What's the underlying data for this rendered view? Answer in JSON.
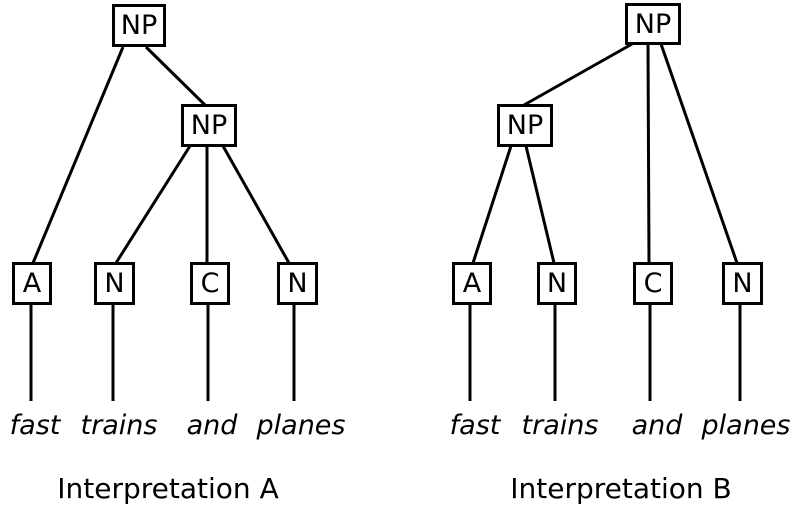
{
  "diagram": {
    "kind": "syntax-parse-trees",
    "colors": {
      "stroke": "#000000",
      "background": "#ffffff"
    },
    "trees": [
      {
        "caption": "Interpretation A",
        "root": "NP",
        "inner": "NP",
        "structure": "NP -> A NP ; NP -> N C N",
        "leaves": [
          {
            "tag": "A",
            "word": "fast"
          },
          {
            "tag": "N",
            "word": "trains"
          },
          {
            "tag": "C",
            "word": "and"
          },
          {
            "tag": "N",
            "word": "planes"
          }
        ]
      },
      {
        "caption": "Interpretation B",
        "root": "NP",
        "inner": "NP",
        "structure": "NP -> NP C N ; NP -> A N",
        "leaves": [
          {
            "tag": "A",
            "word": "fast"
          },
          {
            "tag": "N",
            "word": "trains"
          },
          {
            "tag": "C",
            "word": "and"
          },
          {
            "tag": "N",
            "word": "planes"
          }
        ]
      }
    ]
  }
}
